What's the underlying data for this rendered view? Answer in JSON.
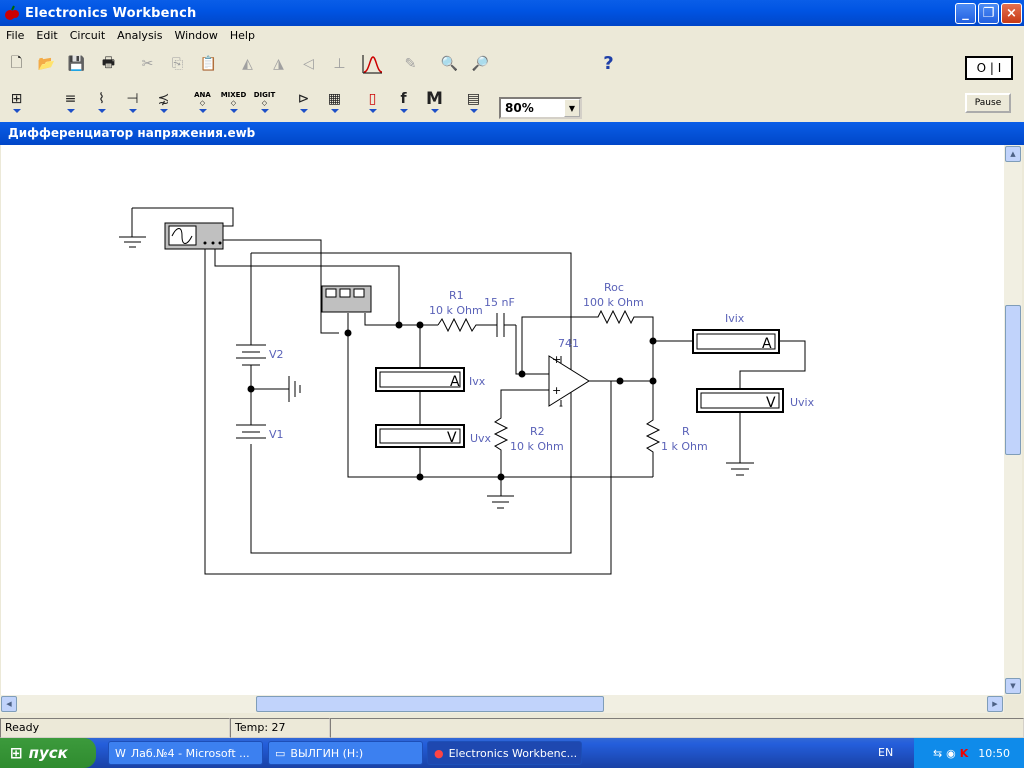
{
  "window": {
    "title": "Electronics Workbench",
    "minimize": "_",
    "maximize": "❐",
    "close": "×"
  },
  "menu": [
    "File",
    "Edit",
    "Circuit",
    "Analysis",
    "Window",
    "Help"
  ],
  "toolbar": {
    "zoom": "80%",
    "help": "?",
    "power": "O | I",
    "pause": "Pause",
    "parts_bins": [
      "ANA",
      "MIXED",
      "DIGIT"
    ],
    "m_label": "M",
    "f_label": "f"
  },
  "document": {
    "title": "Дифференциатор напряжения.ewb"
  },
  "circuit": {
    "labels": {
      "v2": "V2",
      "v1": "V1",
      "r1_name": "R1",
      "r1_value": "10 k Ohm",
      "c_value": "15 nF",
      "roc_name": "Roc",
      "roc_value": "100 k Ohm",
      "opamp": "741",
      "r2_name": "R2",
      "r2_value": "10 k Ohm",
      "r_name": "R",
      "r_value": "1 k Ohm",
      "ivx": "Ivx",
      "uvx": "Uvx",
      "ivix": "Ivix",
      "uvix": "Uvix",
      "ammeter": "A",
      "voltmeter": "V",
      "op_plus": "+",
      "op_minus": "-"
    }
  },
  "status": {
    "ready": "Ready",
    "temp": "Temp:  27"
  },
  "taskbar": {
    "start": "пуск",
    "tasks": [
      "Лаб.№4 - Microsoft ...",
      "ВЫЛГИН (H:)",
      "Electronics Workbenc..."
    ],
    "lang": "EN",
    "clock": "10:50"
  },
  "colors": {
    "titlebar": "#0054e3",
    "label": "#5a62b8",
    "wire": "#000000"
  }
}
